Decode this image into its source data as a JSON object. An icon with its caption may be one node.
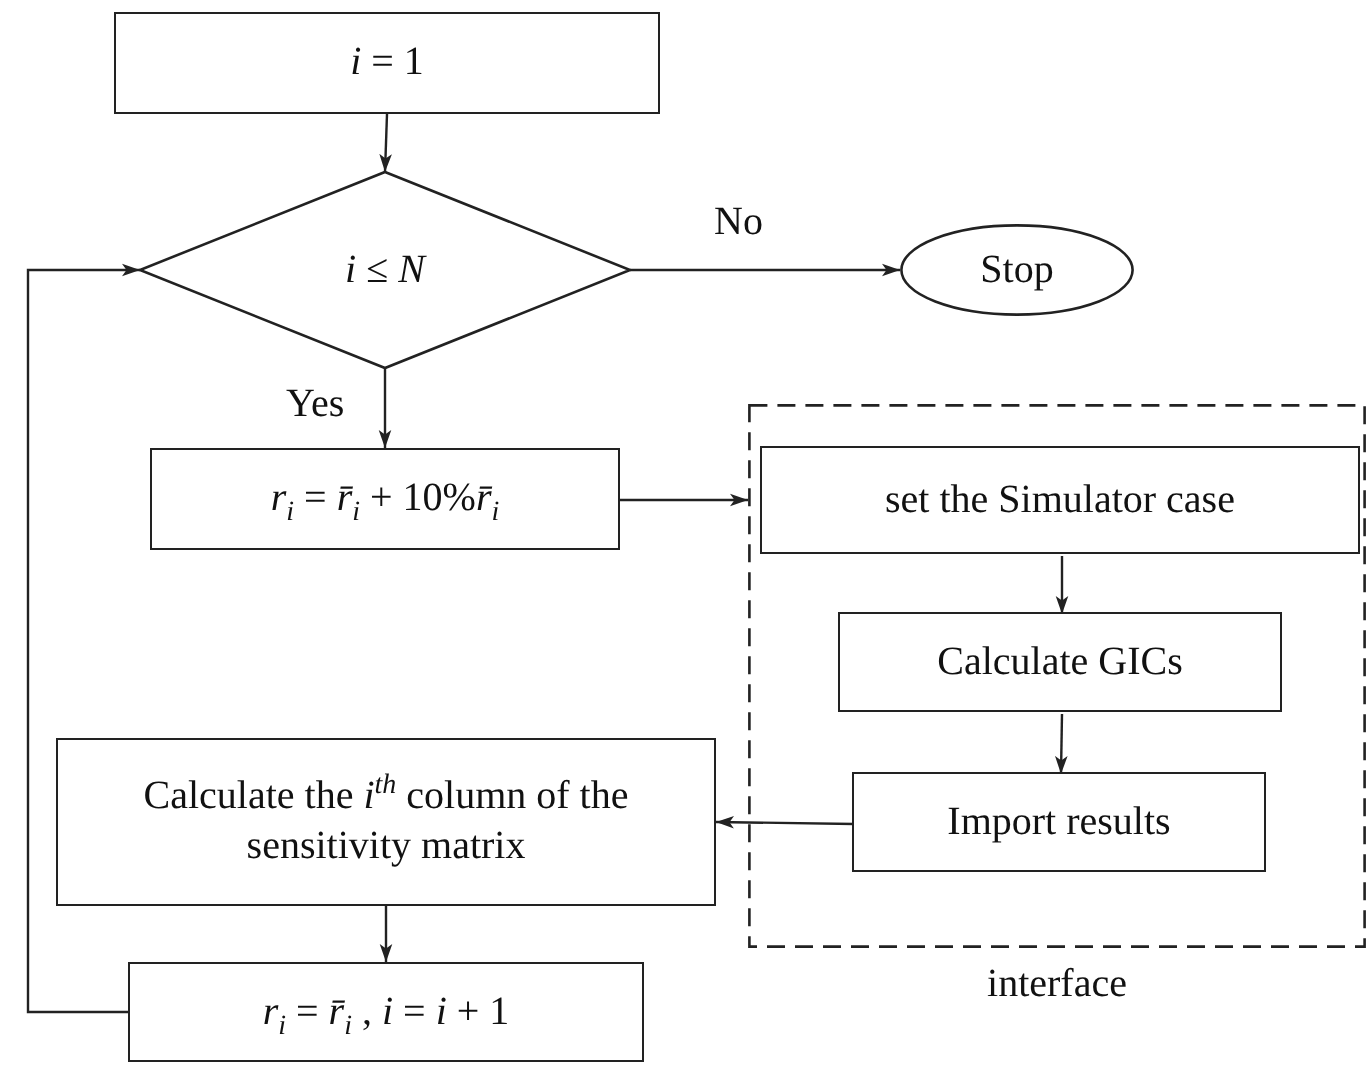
{
  "diagram": {
    "nodes": [
      {
        "text": [
          "*i* = 1"
        ]
      },
      {
        "text": [
          "*i* ≤ *N*"
        ]
      },
      {
        "text": [
          "Stop"
        ]
      },
      {
        "text": [
          "*r*$_{i}$ = *r̄*$_{i}$ + 10%*r̄*$_{i}$"
        ]
      },
      {
        "text": [
          "interface"
        ]
      },
      {
        "text": [
          "set the Simulator case"
        ],
        "in": 4
      },
      {
        "text": [
          "Calculate GICs"
        ],
        "in": 4
      },
      {
        "text": [
          "Import results"
        ],
        "in": 4
      },
      {
        "text": [
          "Calculate the *i*$^{th}$ column of the sensitivity matrix"
        ]
      },
      {
        "text": [
          "*r*$_{i}$ = *r̄*$_{i}$ , *i* = *i* + 1"
        ]
      }
    ],
    "edges": [
      {
        "from": 0,
        "to": 1,
        "arrow": "to"
      },
      {
        "from": 1,
        "to": 2,
        "arrow": "to",
        "label": "No"
      },
      {
        "from": 1,
        "to": 3,
        "arrow": "to",
        "label": "Yes"
      },
      {
        "from": 3,
        "to": 4,
        "arrow": "to"
      },
      {
        "from": 5,
        "to": 6,
        "arrow": "to"
      },
      {
        "from": 6,
        "to": 7,
        "arrow": "to"
      },
      {
        "from": 7,
        "to": 8,
        "arrow": "to"
      },
      {
        "from": 8,
        "to": 9,
        "arrow": "to"
      },
      {
        "from": 9,
        "to": 1,
        "arrow": "to"
      }
    ]
  }
}
